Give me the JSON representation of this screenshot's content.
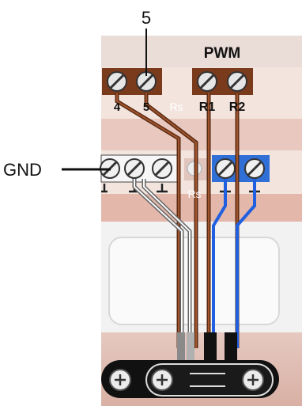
{
  "callouts": {
    "top_number": "5",
    "gnd": "GND"
  },
  "board": {
    "pwm_label": "PWM",
    "terminal_labels": {
      "t4": "4",
      "t5": "5",
      "rs_top": "Rs",
      "r1": "R1",
      "r2": "R2",
      "rs_mid": "Rs"
    }
  },
  "colors": {
    "brown_terminal": "#7a3a1c",
    "blue_terminal": "#2f6fd6",
    "white_terminal": "#f6f6f6",
    "board_pink": "#e8bfb4",
    "wire_brown": "#7a3a1c",
    "wire_blue": "#1f5fe0",
    "wire_gray": "#9a9a9a"
  },
  "icons": [
    "screw-terminal-icon",
    "ground-symbol-icon",
    "plus-screw-icon"
  ]
}
